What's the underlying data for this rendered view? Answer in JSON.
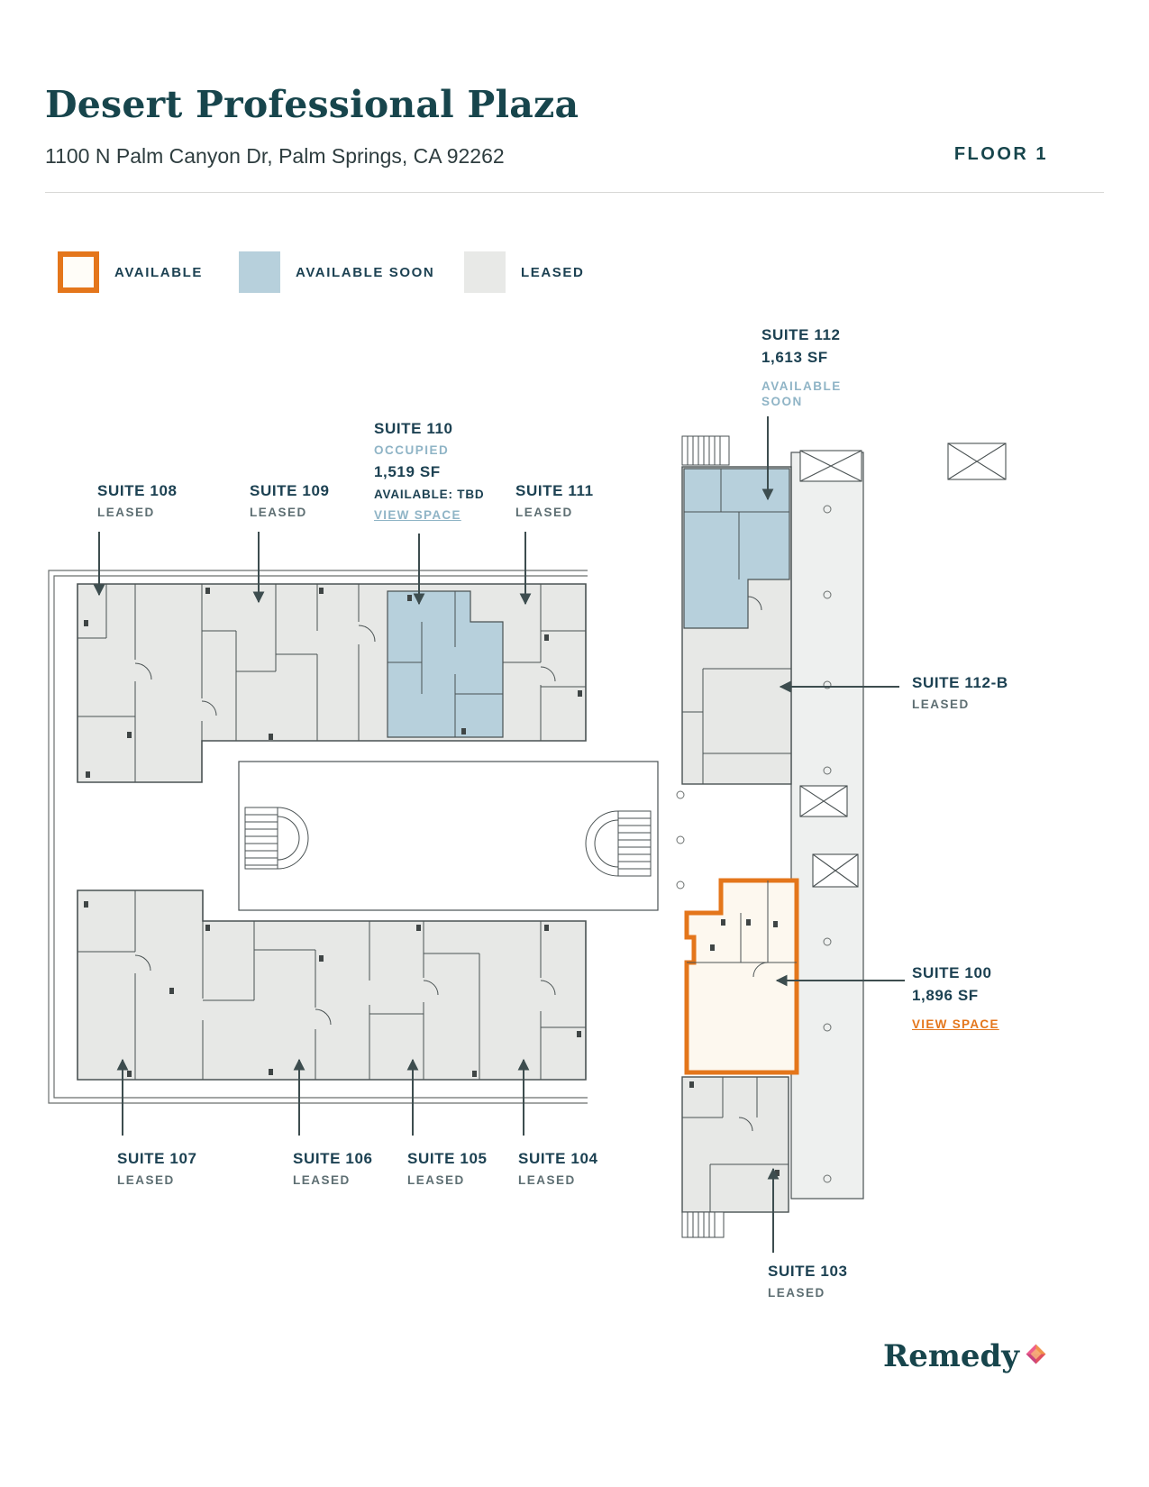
{
  "header": {
    "title": "Desert Professional Plaza",
    "address": "1100 N Palm Canyon Dr, Palm Springs, CA 92262",
    "floor_label": "FLOOR 1"
  },
  "legend": {
    "items": [
      {
        "key": "available",
        "label": "AVAILABLE"
      },
      {
        "key": "available_soon",
        "label": "AVAILABLE SOON"
      },
      {
        "key": "leased",
        "label": "LEASED"
      }
    ]
  },
  "suites": {
    "s108": {
      "name": "SUITE 108",
      "status": "LEASED"
    },
    "s109": {
      "name": "SUITE 109",
      "status": "LEASED"
    },
    "s110": {
      "name": "SUITE 110",
      "status": "OCCUPIED",
      "sf": "1,519 SF",
      "availability": "AVAILABLE: TBD",
      "link": "VIEW SPACE"
    },
    "s111": {
      "name": "SUITE 111",
      "status": "LEASED"
    },
    "s112": {
      "name": "SUITE 112",
      "sf": "1,613 SF",
      "status": "AVAILABLE SOON"
    },
    "s112b": {
      "name": "SUITE 112-B",
      "status": "LEASED"
    },
    "s100": {
      "name": "SUITE 100",
      "sf": "1,896 SF",
      "link": "VIEW SPACE"
    },
    "s107": {
      "name": "SUITE 107",
      "status": "LEASED"
    },
    "s106": {
      "name": "SUITE 106",
      "status": "LEASED"
    },
    "s105": {
      "name": "SUITE 105",
      "status": "LEASED"
    },
    "s104": {
      "name": "SUITE 104",
      "status": "LEASED"
    },
    "s103": {
      "name": "SUITE 103",
      "status": "LEASED"
    }
  },
  "colors": {
    "available_outline": "#e4761b",
    "available_fill": "#fdf8ef",
    "available_soon_fill": "#b7d0dc",
    "leased_fill": "#e7e8e6",
    "title_color": "#17454c",
    "status_blue": "#8fb4c6",
    "status_gray": "#5d6e72"
  },
  "footer": {
    "brand": "Remedy"
  }
}
